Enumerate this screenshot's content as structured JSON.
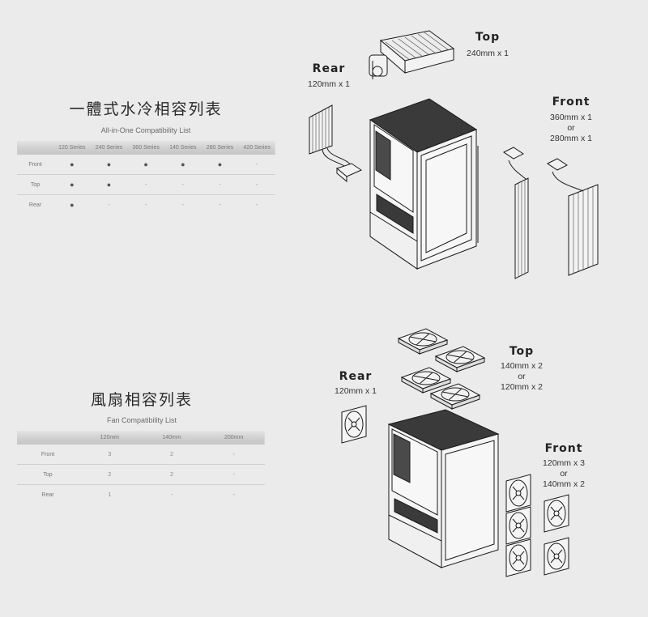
{
  "aio": {
    "title": "一體式水冷相容列表",
    "subtitle": "All-in-One Compatibility List",
    "columns": [
      "",
      "120 Series",
      "240 Series",
      "360 Series",
      "140 Series",
      "280 Series",
      "420 Series"
    ],
    "rows": [
      {
        "label": "Front",
        "cells": [
          "●",
          "●",
          "●",
          "●",
          "●",
          "-"
        ]
      },
      {
        "label": "Top",
        "cells": [
          "●",
          "●",
          "-",
          "-",
          "-",
          "-"
        ]
      },
      {
        "label": "Rear",
        "cells": [
          "●",
          "-",
          "-",
          "-",
          "-",
          "-"
        ]
      }
    ],
    "diagram": {
      "top": {
        "heading": "Top",
        "lines": [
          "240mm x 1"
        ]
      },
      "rear": {
        "heading": "Rear",
        "lines": [
          "120mm x 1"
        ]
      },
      "front": {
        "heading": "Front",
        "lines": [
          "360mm x 1",
          "or",
          "280mm x 1"
        ]
      }
    }
  },
  "fan": {
    "title": "風扇相容列表",
    "subtitle": "Fan Compatibility List",
    "columns": [
      "",
      "120mm",
      "140mm",
      "200mm"
    ],
    "rows": [
      {
        "label": "Front",
        "cells": [
          "3",
          "2",
          "-"
        ]
      },
      {
        "label": "Top",
        "cells": [
          "2",
          "2",
          "-"
        ]
      },
      {
        "label": "Rear",
        "cells": [
          "1",
          "-",
          "-"
        ]
      }
    ],
    "diagram": {
      "top": {
        "heading": "Top",
        "lines": [
          "140mm x 2",
          "or",
          "120mm x 2"
        ]
      },
      "rear": {
        "heading": "Rear",
        "lines": [
          "120mm x 1"
        ]
      },
      "front": {
        "heading": "Front",
        "lines": [
          "120mm x 3",
          "or",
          "140mm x 2"
        ]
      }
    }
  },
  "icons": {
    "filled_dot": "●",
    "dash": "-"
  }
}
